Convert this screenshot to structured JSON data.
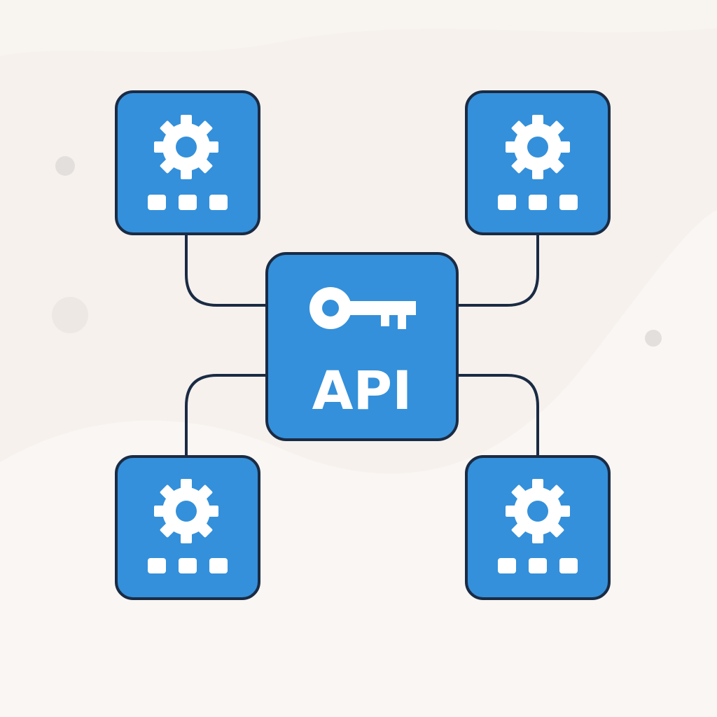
{
  "hub": {
    "label": "API",
    "icon": "key-icon"
  },
  "nodes": [
    {
      "id": "service-top-left",
      "icon": "gear-icon",
      "indicator_icon": "three-dots-icon"
    },
    {
      "id": "service-top-right",
      "icon": "gear-icon",
      "indicator_icon": "three-dots-icon"
    },
    {
      "id": "service-bottom-left",
      "icon": "gear-icon",
      "indicator_icon": "three-dots-icon"
    },
    {
      "id": "service-bottom-right",
      "icon": "gear-icon",
      "indicator_icon": "three-dots-icon"
    }
  ],
  "colors": {
    "background": "#f6f1ed",
    "blob": "#f9f6f3",
    "dot": "#e3dfdc",
    "box_fill": "#3490da",
    "box_stroke": "#1a2b44",
    "connector": "#1a2b44",
    "icon": "#ffffff"
  }
}
